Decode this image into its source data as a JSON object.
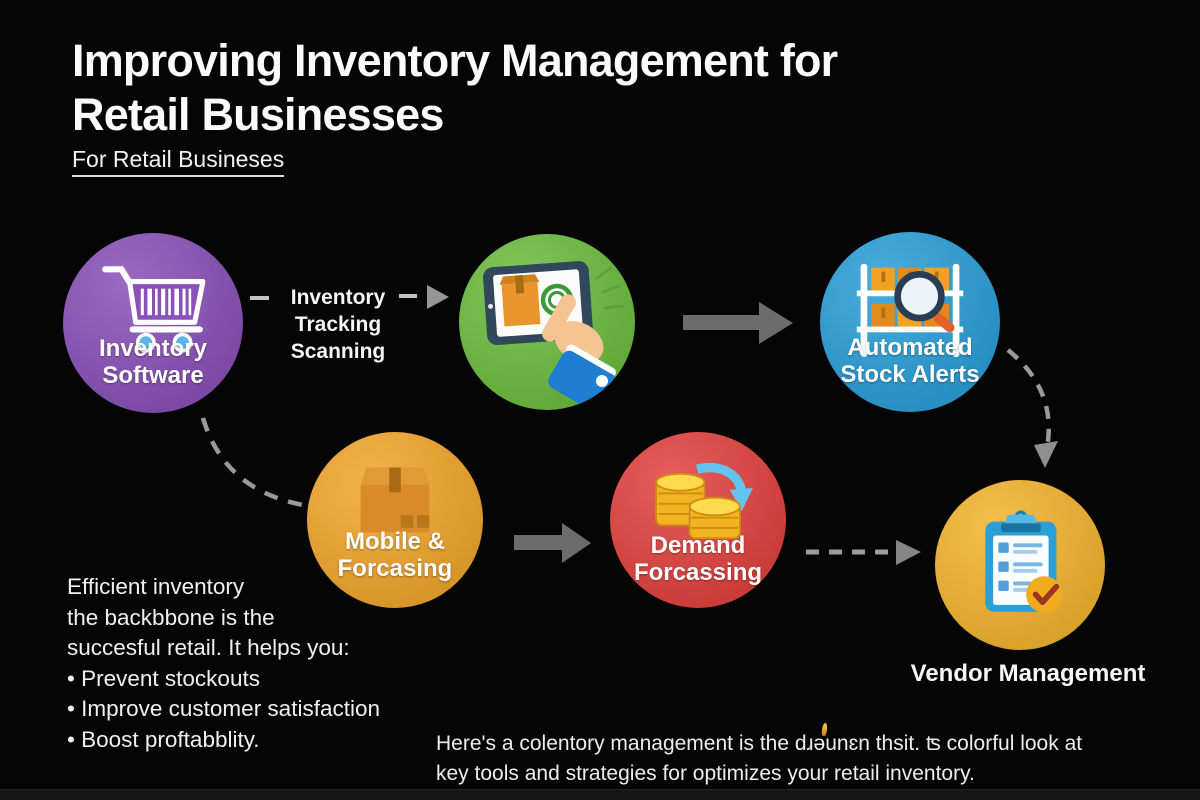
{
  "header": {
    "title_line1": "Improving Inventory Management for",
    "title_line2": "Retail Businesses",
    "subtitle": "For Retail Busineses"
  },
  "diagram": {
    "edge_label": {
      "line1": "Inventory",
      "line2": "Tracking",
      "line3": "Scanning"
    },
    "nodes": {
      "inventory_software": {
        "line1": "Inventory",
        "line2": "Software",
        "color": "#8a52b8",
        "icon": "shopping-cart-icon"
      },
      "tablet_scanning": {
        "color": "#6cbd3f",
        "icon": "tablet-touch-icon"
      },
      "automated_stock_alerts": {
        "line1": "Automated",
        "line2": "Stock Alerts",
        "color": "#2b9fd8",
        "icon": "shelf-search-icon"
      },
      "mobile_forcasing": {
        "line1": "Mobile &",
        "line2": "Forcasing",
        "color": "#f1a62c",
        "icon": "package-box-icon"
      },
      "demand_forcassing": {
        "line1": "Demand",
        "line2": "Forcassing",
        "color": "#e2433f",
        "icon": "coins-icon"
      },
      "vendor_management": {
        "label": "Vendor Management",
        "color": "#f2b42f",
        "icon": "clipboard-check-icon"
      }
    },
    "arrow_color": "#6c6c6c",
    "dash_color": "#9a9a9a"
  },
  "benefits": {
    "line1": "Efficient inventory",
    "line2": "the backbbone is the",
    "line3": "succesful retail. It helps you:",
    "bullets": [
      "• Prevent stockouts",
      "• Improve customer satisfaction",
      "• Boost proftabblity."
    ]
  },
  "footer": {
    "line1": "Here's a colentory management is the dɹəunɛn thsit. ʦ colorful look at",
    "line2": "key tools and strategies for optimizes your retail inventory."
  }
}
